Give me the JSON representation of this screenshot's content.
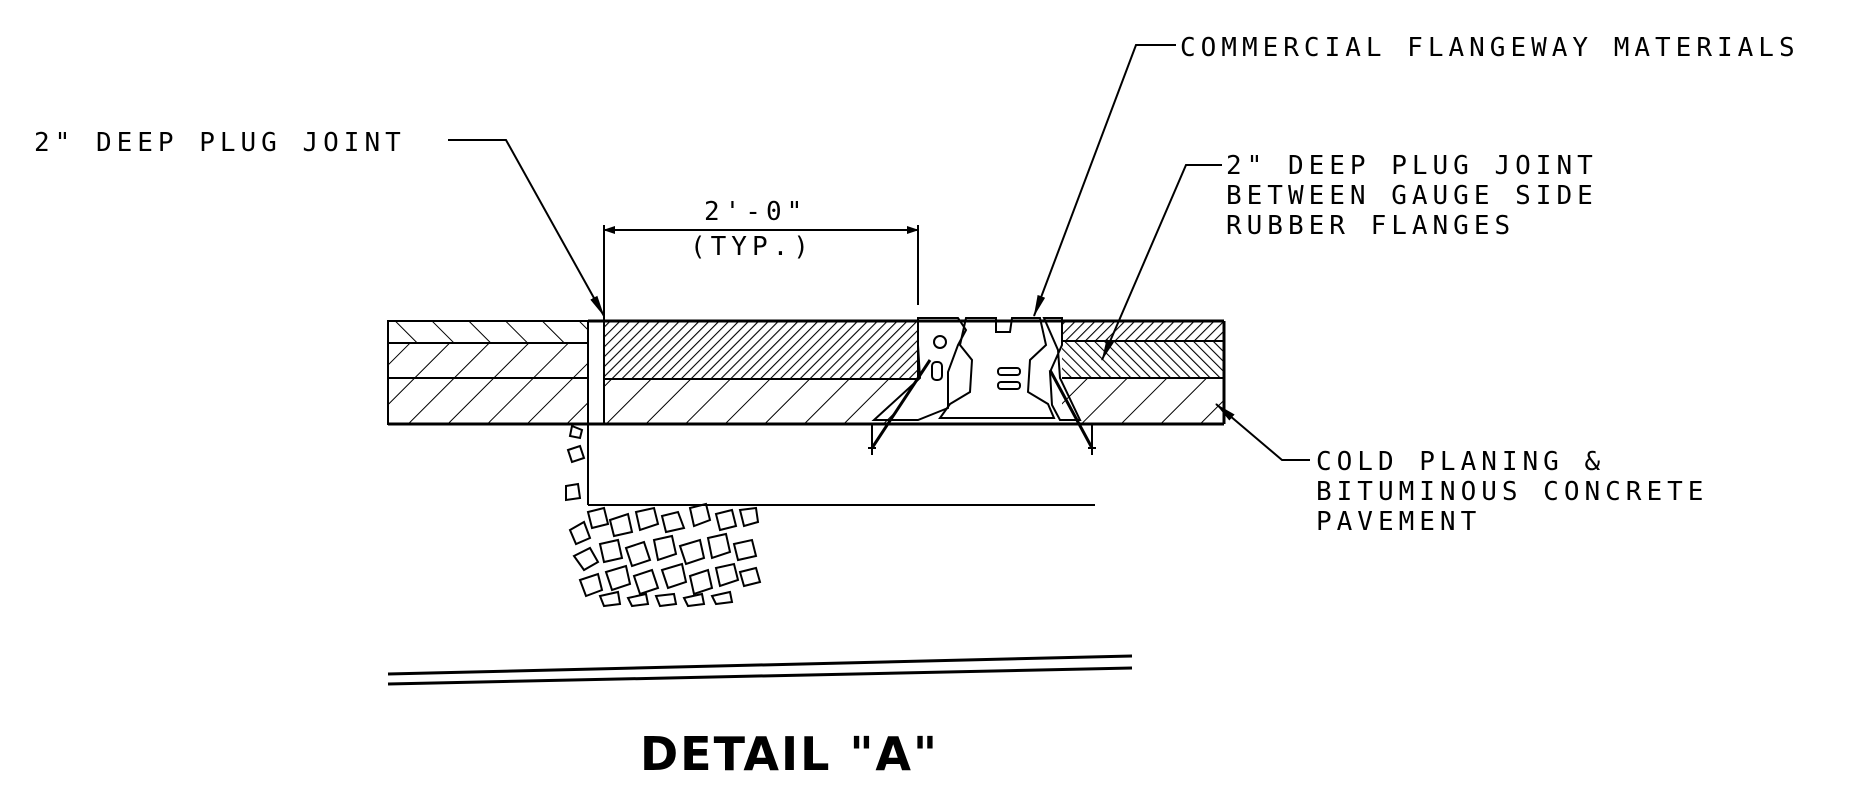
{
  "labels": {
    "plug_joint_left": "2\" DEEP PLUG JOINT",
    "flangeway": "COMMERCIAL FLANGEWAY MATERIALS",
    "plug_joint_right": [
      "2\" DEEP PLUG JOINT",
      "BETWEEN GAUGE SIDE",
      "RUBBER FLANGES"
    ],
    "pavement": [
      "COLD PLANING &",
      "BITUMINOUS CONCRETE",
      "PAVEMENT"
    ]
  },
  "dimension": {
    "value": "2'-0\"",
    "note": "(TYP.)"
  },
  "title": "DETAIL \"A\""
}
